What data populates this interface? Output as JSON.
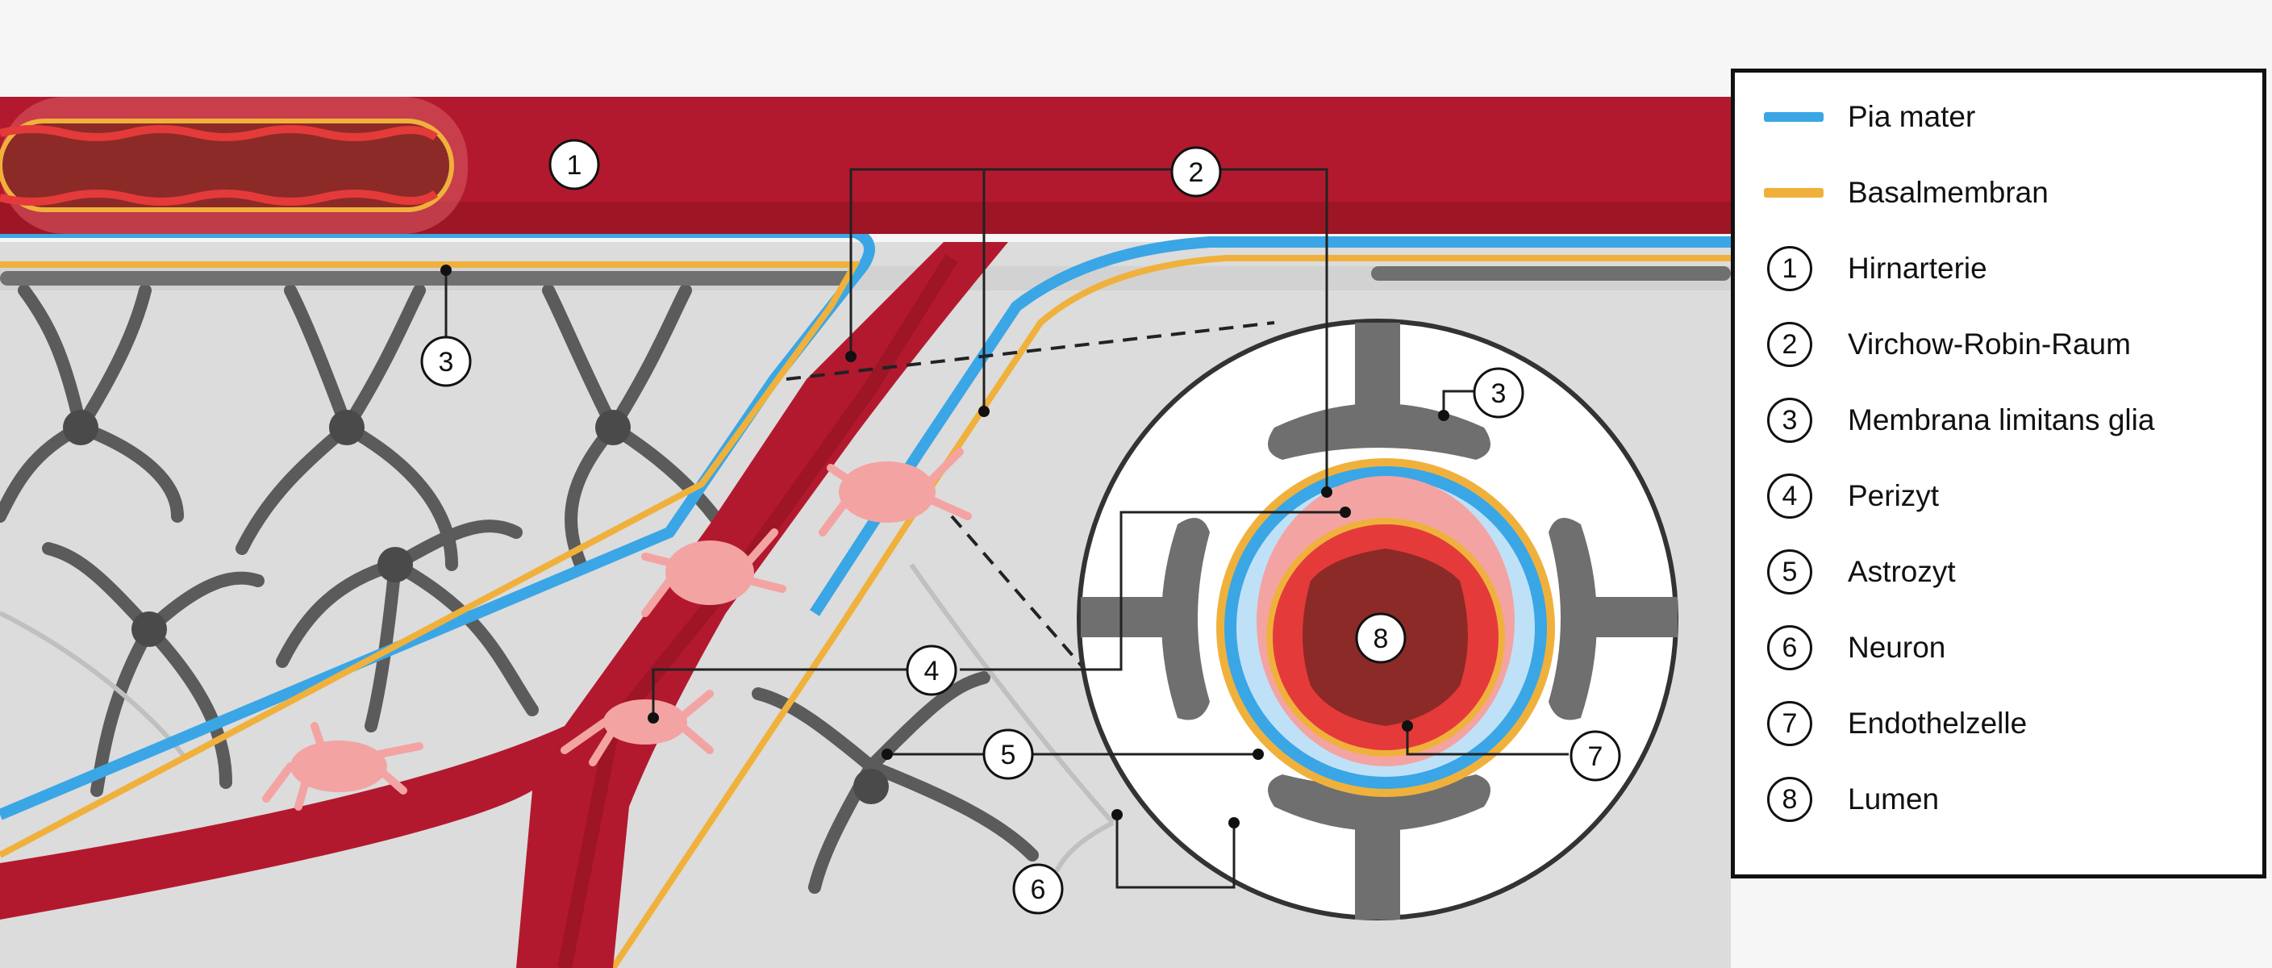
{
  "callouts": [
    {
      "n": "1"
    },
    {
      "n": "2"
    },
    {
      "n": "3"
    },
    {
      "n": "4"
    },
    {
      "n": "5"
    },
    {
      "n": "6"
    },
    {
      "n": "7"
    },
    {
      "n": "8"
    }
  ],
  "legend": {
    "items": [
      {
        "label": "Pia mater",
        "kind": "line",
        "color": "#3aa6e6"
      },
      {
        "label": "Basalmembran",
        "kind": "line",
        "color": "#f0b13c"
      },
      {
        "label": "Hirnarterie",
        "kind": "number",
        "number": "1"
      },
      {
        "label": "Virchow-Robin-Raum",
        "kind": "number",
        "number": "2"
      },
      {
        "label": "Membrana limitans glia",
        "kind": "number",
        "number": "3"
      },
      {
        "label": "Perizyt",
        "kind": "number",
        "number": "4"
      },
      {
        "label": "Astrozyt",
        "kind": "number",
        "number": "5"
      },
      {
        "label": "Neuron",
        "kind": "number",
        "number": "6"
      },
      {
        "label": "Endothelzelle",
        "kind": "number",
        "number": "7"
      },
      {
        "label": "Lumen",
        "kind": "number",
        "number": "8"
      }
    ]
  },
  "colors": {
    "artery": "#b3192e",
    "artery_dark": "#8f1220",
    "pia": "#3aa6e6",
    "pia_light": "#bfe1f7",
    "basement": "#f0b13c",
    "glia": "#6f6f6f",
    "tissue": "#dcdcdc",
    "pericyte": "#f4a3a3",
    "lumen": "#8c2a28"
  }
}
